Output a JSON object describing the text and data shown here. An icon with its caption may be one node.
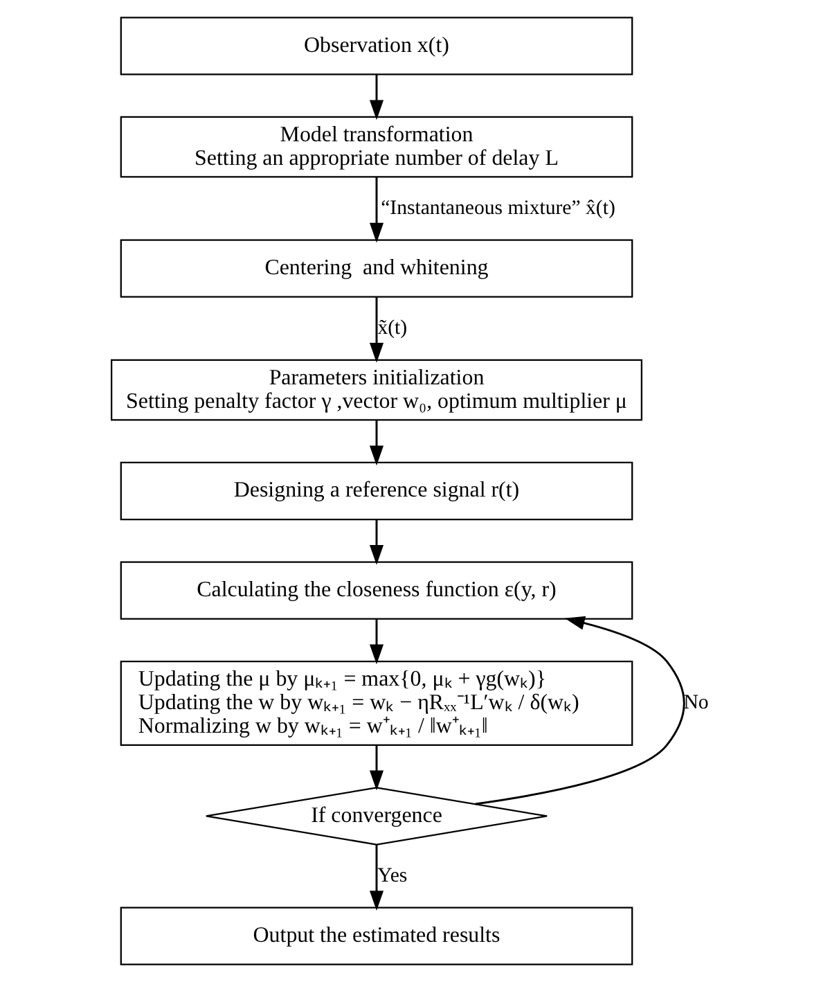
{
  "diagram": {
    "nodes": [
      {
        "text": [
          "Observation x(t)"
        ]
      },
      {
        "text": [
          "Model transformation",
          "Setting an appropriate number of delay L"
        ]
      },
      {
        "text": [
          "Centering  and whitening"
        ]
      },
      {
        "text": [
          "Parameters initialization",
          "Setting penalty factor γ ,vector w₀, optimum multiplier μ"
        ]
      },
      {
        "text": [
          "Designing a reference signal r(t)"
        ]
      },
      {
        "text": [
          "Calculating the closeness function ε(y, r)"
        ]
      },
      {
        "text": [
          "Updating the μ by μₖ₊₁ = max{0, μₖ + γg(wₖ)}",
          "Updating the w by wₖ₊₁ = wₖ − ηRₓₓ⁻¹L′wₖ / δ(wₖ)",
          "Normalizing w by wₖ₊₁ = w⁺ₖ₊₁ / ‖w⁺ₖ₊₁‖"
        ]
      },
      {
        "text": [
          "If convergence"
        ]
      },
      {
        "text": [
          "Output the estimated results"
        ]
      }
    ],
    "edges": [
      {
        "from": 0,
        "to": 1,
        "arrow": "to"
      },
      {
        "from": 1,
        "to": 2,
        "arrow": "to",
        "label": "“Instantaneous mixture” x̂(t)"
      },
      {
        "from": 2,
        "to": 3,
        "arrow": "to",
        "label": "x̃(t)"
      },
      {
        "from": 3,
        "to": 4,
        "arrow": "to"
      },
      {
        "from": 4,
        "to": 5,
        "arrow": "to"
      },
      {
        "from": 5,
        "to": 6,
        "arrow": "to"
      },
      {
        "from": 6,
        "to": 7,
        "arrow": "to"
      },
      {
        "from": 7,
        "to": 5,
        "arrow": "to",
        "label": "No"
      },
      {
        "from": 7,
        "to": 8,
        "arrow": "to",
        "label": "Yes"
      }
    ]
  }
}
